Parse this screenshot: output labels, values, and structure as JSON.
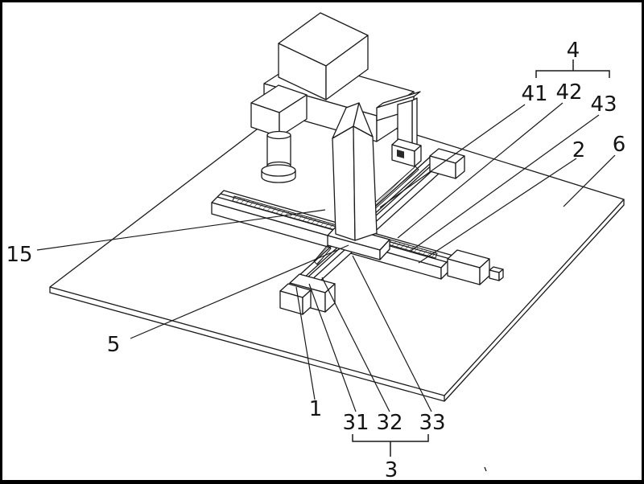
{
  "figure": {
    "background": "#ffffff",
    "line_color": "#1a1a1a",
    "border_color": "#000000",
    "labels": {
      "n1": "1",
      "n2": "2",
      "n3": "3",
      "n4": "4",
      "n5": "5",
      "n6": "6",
      "n15": "15",
      "n31": "31",
      "n32": "32",
      "n33": "33",
      "n41": "41",
      "n42": "42",
      "n43": "43"
    },
    "label_groups": [
      {
        "group_label": "4",
        "members": "41, 42, 43"
      },
      {
        "group_label": "3",
        "members": "31, 32, 33"
      }
    ]
  }
}
